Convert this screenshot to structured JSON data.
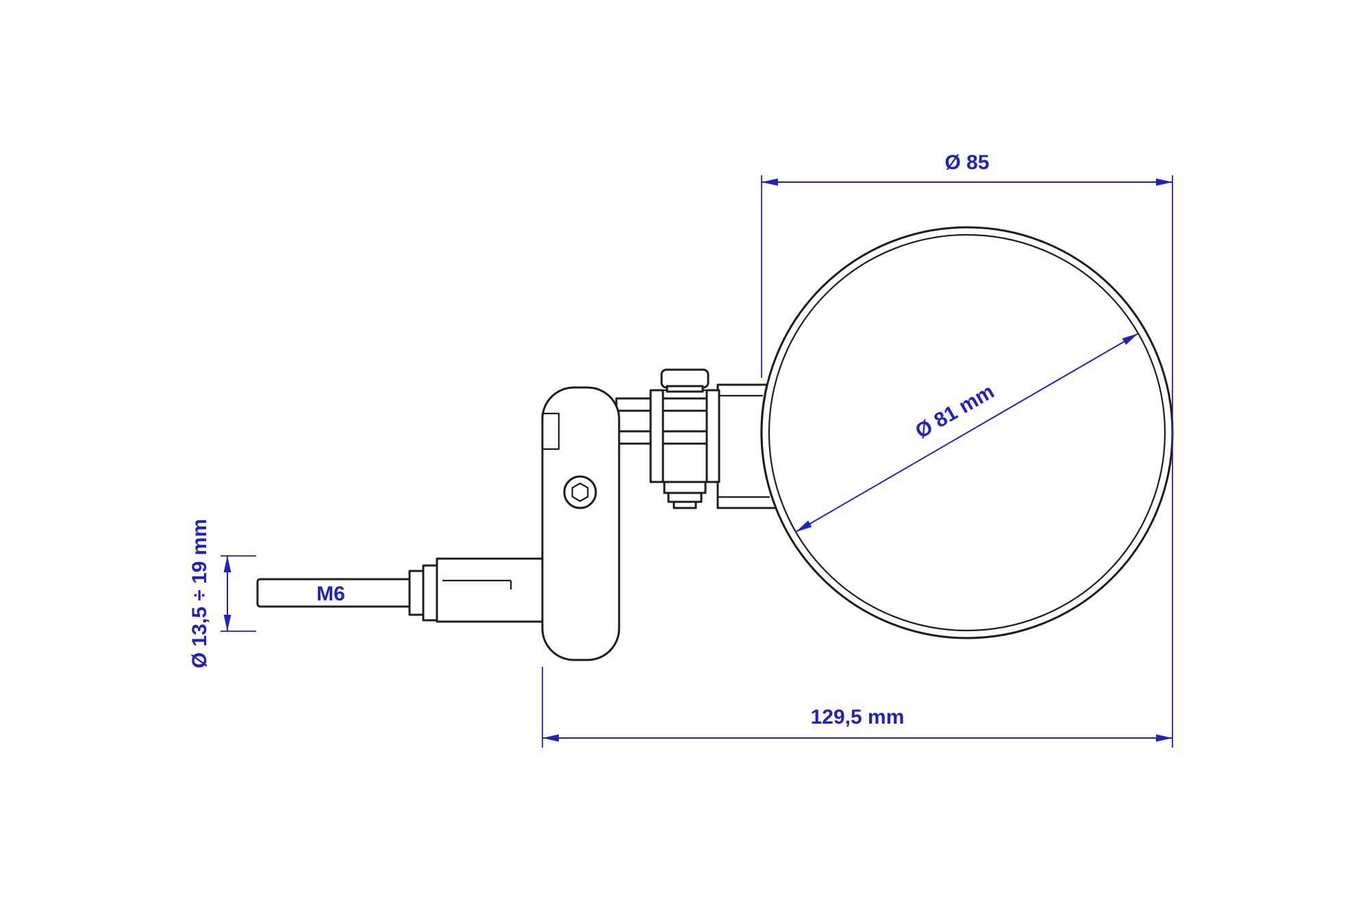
{
  "colors": {
    "dim": "#2121bd",
    "ink": "#1c1c1c",
    "bg": "#ffffff"
  },
  "drawing": {
    "type": "technical-dimension-drawing",
    "subject": "bar-end mirror side view",
    "dimensions": {
      "outer_diameter": "Ø 85",
      "mirror_diameter": "Ø 81 mm",
      "clamp_range": "Ø 13,5 ÷ 19 mm",
      "overall_length": "129,5 mm",
      "thread": "M6"
    }
  }
}
